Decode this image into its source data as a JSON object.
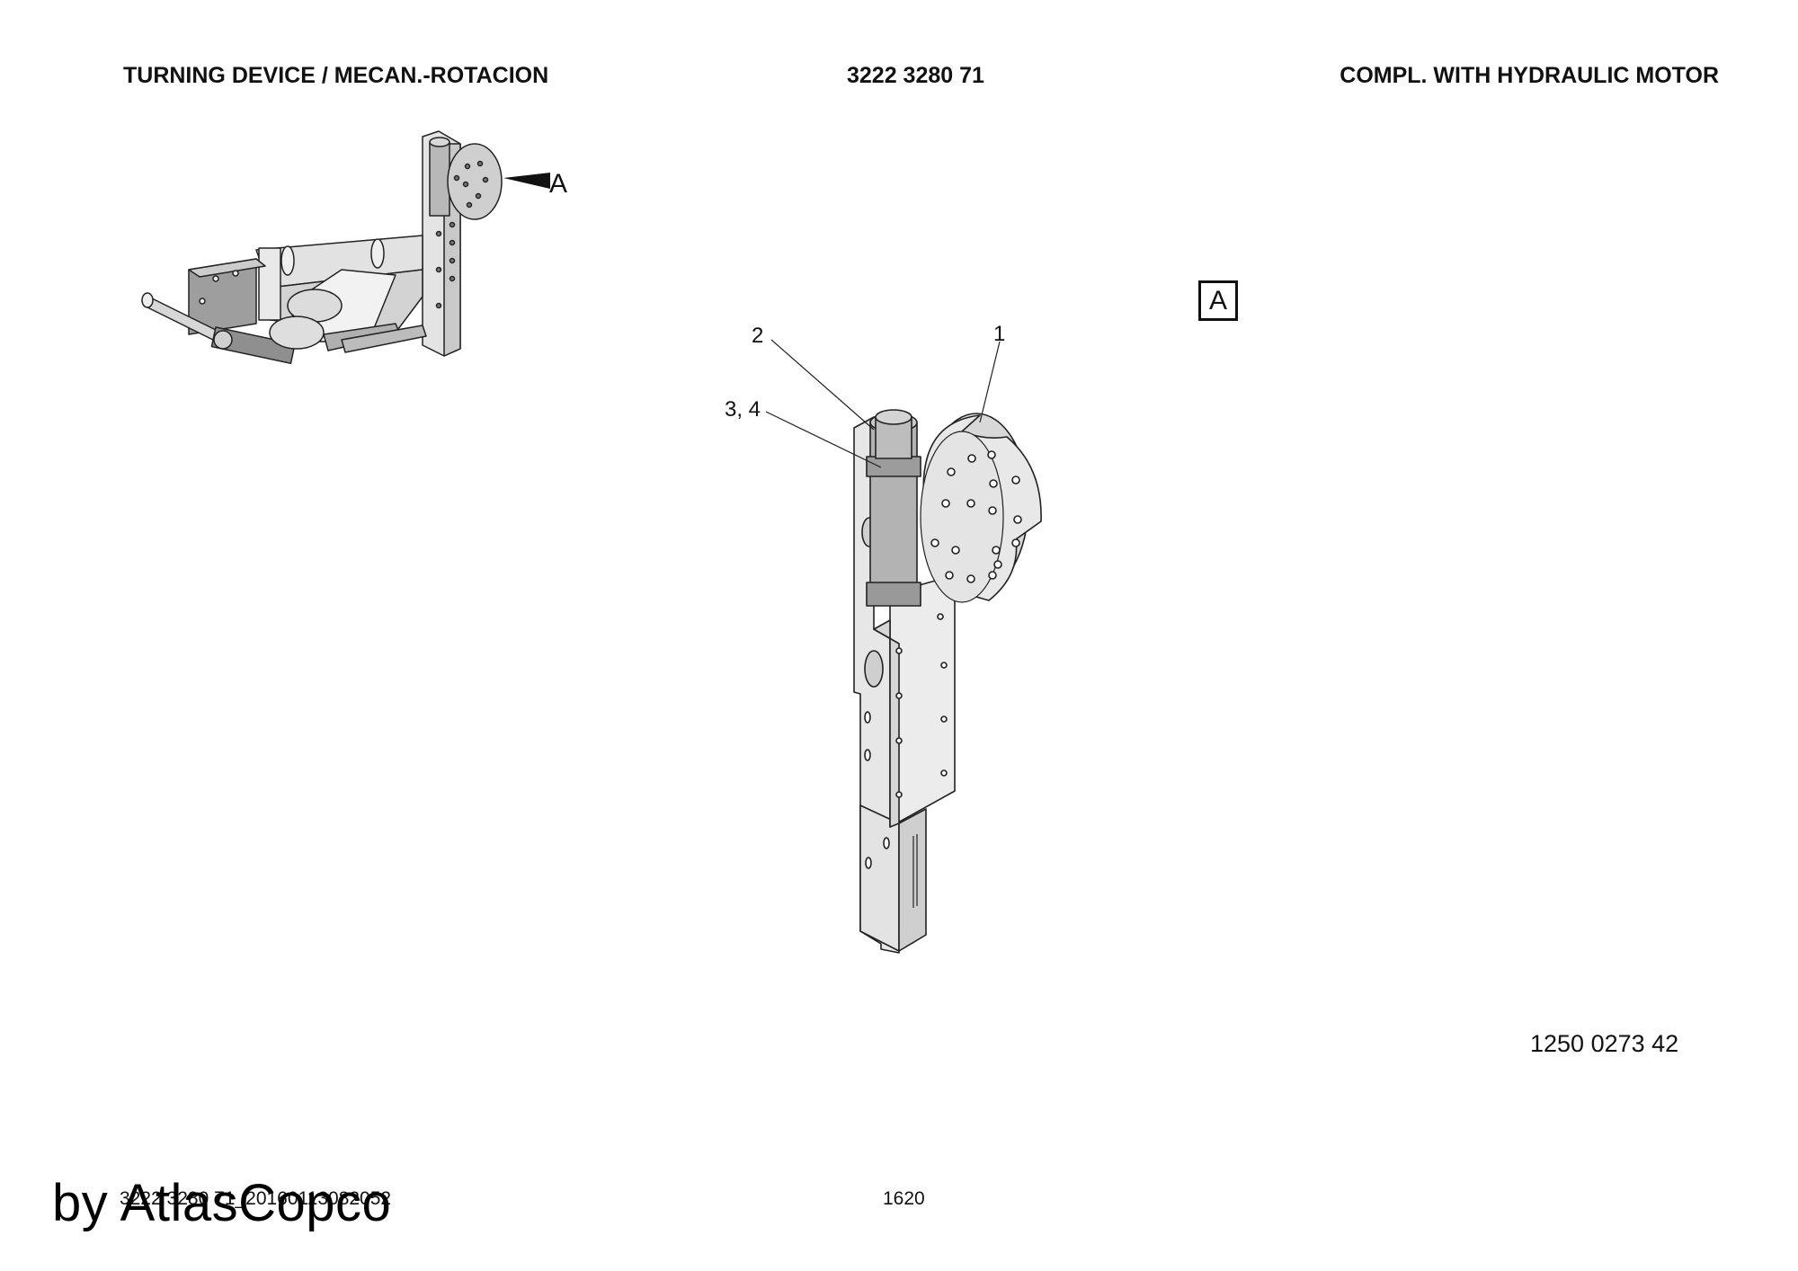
{
  "header": {
    "left_title": "TURNING DEVICE / MECAN.-ROTACION",
    "part_number": "3222 3280 71",
    "right_title": "COMPL. WITH HYDRAULIC MOTOR"
  },
  "overview": {
    "view_marker": "A"
  },
  "detail_view": {
    "reference_label": "A",
    "callouts": [
      {
        "label": "1"
      },
      {
        "label": "2"
      },
      {
        "label": "3, 4"
      }
    ]
  },
  "drawing_number": "1250 0273 42",
  "footer": {
    "doc_code": "3222 3280 71_20160113082052",
    "page_number": "1620"
  },
  "watermark": "by AtlasCopco",
  "colors": {
    "part_fill": "#e6e6e6",
    "part_shade": "#bfbfbf",
    "dark_shade": "#8a8a8a",
    "line": "#222222"
  }
}
